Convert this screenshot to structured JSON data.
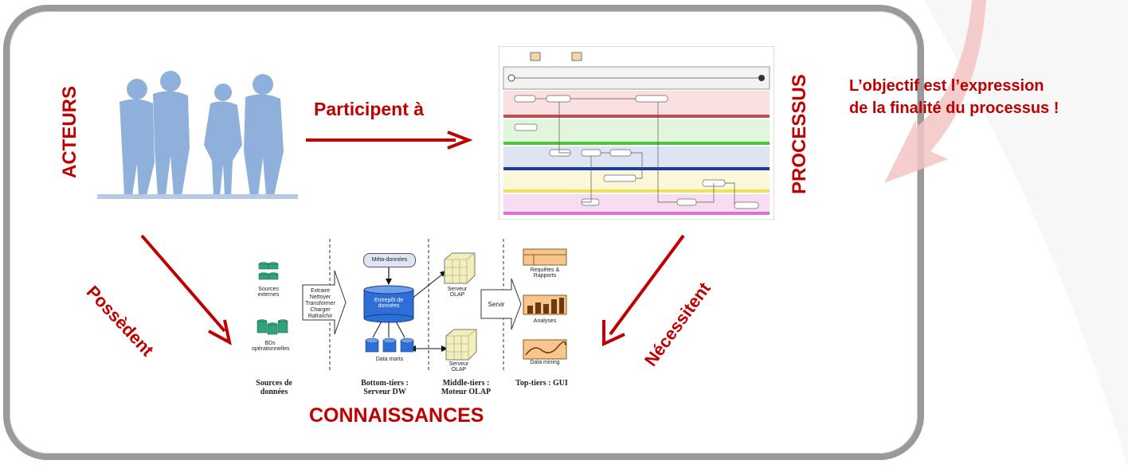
{
  "labels": {
    "acteurs": "ACTEURS",
    "processus": "PROCESSUS",
    "connaissances": "CONNAISSANCES",
    "participent": "Participent à",
    "possedent": "Possèdent",
    "necessitent": "Nécessitent"
  },
  "objective": {
    "line1": "L’objectif est l’expression",
    "line2": "de la finalité du processus !"
  },
  "dw": {
    "sources_ext": "Sources externes",
    "bd_ops": "BDs opérationnelles",
    "etl": [
      "Extraire",
      "Nettoyer",
      "Transformer",
      "Charger",
      "Rafraîchir"
    ],
    "meta": "Méta-données",
    "entrepot": "Entrepôt de données",
    "datamarts": "Data marts",
    "serveur1": "Serveur OLAP",
    "serveur2": "Serveur OLAP",
    "servir": "Servir",
    "requetes": "Requêtes & Rapports",
    "analyses": "Analyses",
    "datamining": "Data mining",
    "col1": "Sources de données",
    "col2": "Bottom-tiers : Serveur DW",
    "col3": "Middle-tiers : Moteur OLAP",
    "col4": "Top-tiers : GUI"
  },
  "colors": {
    "accent": "#c00000",
    "silhouette": "#8fb0da"
  }
}
